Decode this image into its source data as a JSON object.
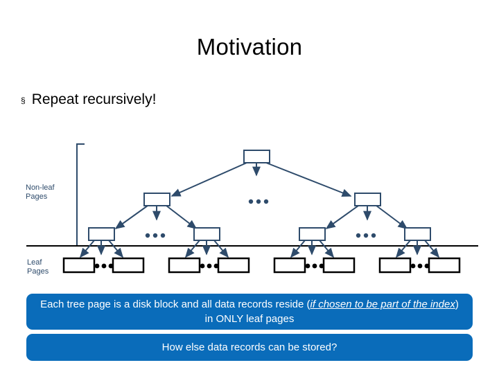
{
  "slide": {
    "title": "Motivation",
    "bullet_marker": "§",
    "bullet_text": "Repeat recursively!"
  },
  "diagram": {
    "name": "b-plus-tree-structure",
    "labels": {
      "nonleaf_line1": "Non-leaf",
      "nonleaf_line2": "Pages",
      "leaf_line1": "Leaf",
      "leaf_line2": "Pages"
    },
    "ellipsis": "• • •",
    "colors": {
      "nonleaf_node_stroke": "#2E4B6B",
      "leaf_node_stroke": "#000000",
      "arrow": "#2E4B6B",
      "separator_line": "#000000",
      "bracket": "#2E4B6B",
      "label_text": "#2E4B6B"
    },
    "counts": {
      "root_nodes": 1,
      "level2_nodes": 2,
      "level3_nodes": 4,
      "leaf_pages": 8
    }
  },
  "callouts": [
    {
      "id": "callout-data-records",
      "text_part1": "Each tree page is a disk block and all data records reside (",
      "text_emphasis": "if chosen to be part of the index",
      "text_part2": ") in ONLY leaf pages",
      "bg": "#0A6CBA",
      "fg": "#FFFFFF"
    },
    {
      "id": "callout-question",
      "text": "How else data records can be stored?",
      "bg": "#0A6CBA",
      "fg": "#FFFFFF"
    }
  ]
}
